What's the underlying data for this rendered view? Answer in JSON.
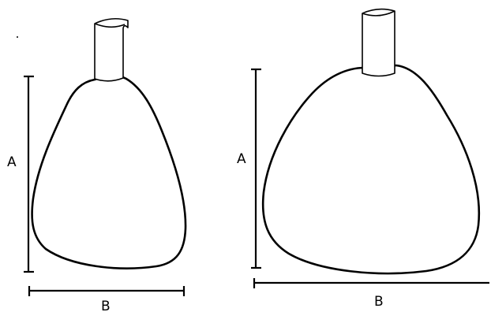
{
  "figures": [
    {
      "height_label": "A",
      "width_label": "B"
    },
    {
      "height_label": "A",
      "width_label": "B"
    }
  ]
}
